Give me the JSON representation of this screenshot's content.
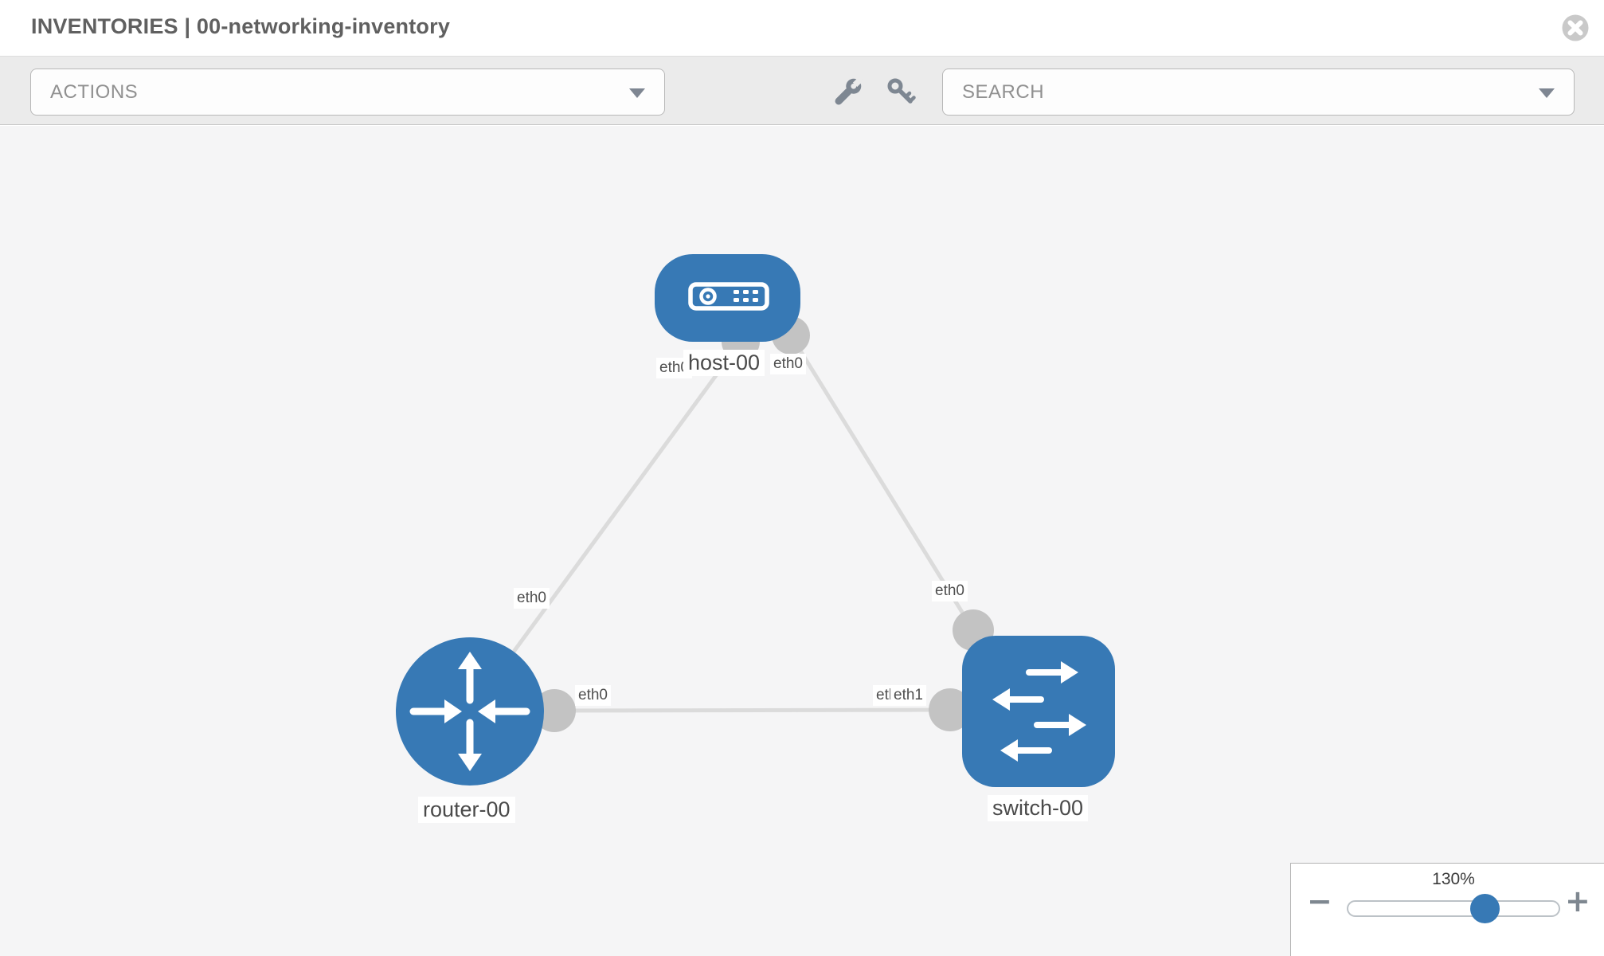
{
  "header": {
    "title": "INVENTORIES | 00-networking-inventory",
    "close_icon": "times-circle"
  },
  "toolbar": {
    "actions_label": "ACTIONS",
    "search_placeholder": "SEARCH",
    "icons": [
      "wrench-icon",
      "key-icon"
    ],
    "chevron_icon": "chevron-down"
  },
  "topology": {
    "nodes": [
      {
        "id": "host-00",
        "label": "host-00",
        "type": "host"
      },
      {
        "id": "router-00",
        "label": "router-00",
        "type": "router"
      },
      {
        "id": "switch-00",
        "label": "switch-00",
        "type": "switch"
      }
    ],
    "links": [
      {
        "from": "host-00",
        "to": "router-00"
      },
      {
        "from": "host-00",
        "to": "switch-00"
      },
      {
        "from": "router-00",
        "to": "switch-00"
      }
    ],
    "interface_labels": [
      {
        "text": "eth0",
        "link": "host-00:router-00",
        "end": "host-00"
      },
      {
        "text": "eth0",
        "link": "host-00:switch-00",
        "end": "host-00"
      },
      {
        "text": "eth0",
        "link": "host-00:router-00",
        "end": "router-00"
      },
      {
        "text": "eth0",
        "link": "host-00:switch-00",
        "end": "switch-00"
      },
      {
        "text": "eth0",
        "link": "router-00:switch-00",
        "end": "router-00"
      },
      {
        "text": "eth1",
        "link": "router-00:switch-00",
        "end": "switch-00"
      },
      {
        "text": "eth1",
        "link": "router-00:switch-00",
        "end": "switch-00"
      }
    ],
    "colors": {
      "node_blue": "#3779b5",
      "link_gray": "#dbdbdb",
      "interface_point_gray": "#c3c3c3",
      "canvas_bg": "#f5f5f6"
    }
  },
  "zoom_control": {
    "level": "130%",
    "minus_label": "−",
    "plus_label": "+"
  }
}
